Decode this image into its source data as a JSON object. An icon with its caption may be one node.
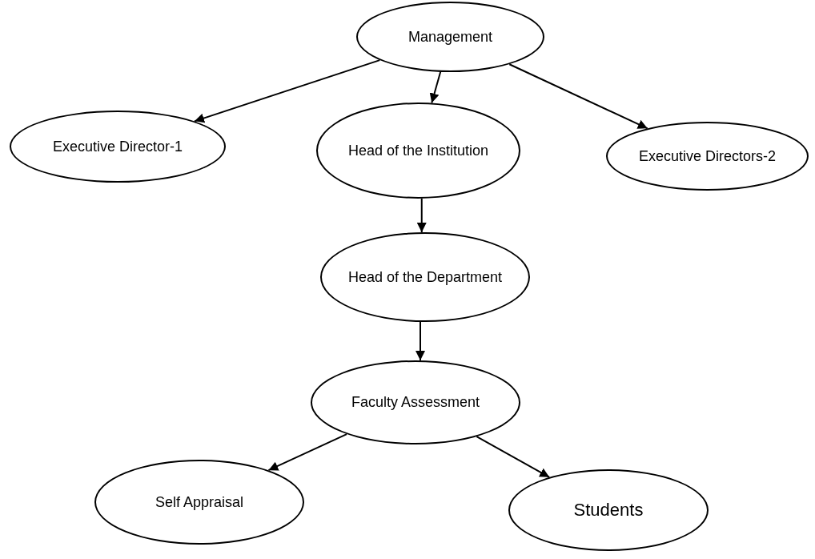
{
  "diagram": {
    "nodes": [
      {
        "text": [
          "Management"
        ]
      },
      {
        "text": [
          "Executive Director-1"
        ]
      },
      {
        "text": [
          "Head of the Institution"
        ]
      },
      {
        "text": [
          "Executive Directors-2"
        ]
      },
      {
        "text": [
          "Head of the Department"
        ]
      },
      {
        "text": [
          "Faculty Assessment"
        ]
      },
      {
        "text": [
          "Self Appraisal"
        ]
      },
      {
        "text": [
          "Students"
        ]
      }
    ],
    "edges": [
      {
        "from": 0,
        "to": 1,
        "arrow": "to"
      },
      {
        "from": 0,
        "to": 2,
        "arrow": "to"
      },
      {
        "from": 0,
        "to": 3,
        "arrow": "to"
      },
      {
        "from": 2,
        "to": 4,
        "arrow": "to"
      },
      {
        "from": 4,
        "to": 5,
        "arrow": "to"
      },
      {
        "from": 5,
        "to": 6,
        "arrow": "to"
      },
      {
        "from": 5,
        "to": 7,
        "arrow": "to"
      }
    ]
  }
}
